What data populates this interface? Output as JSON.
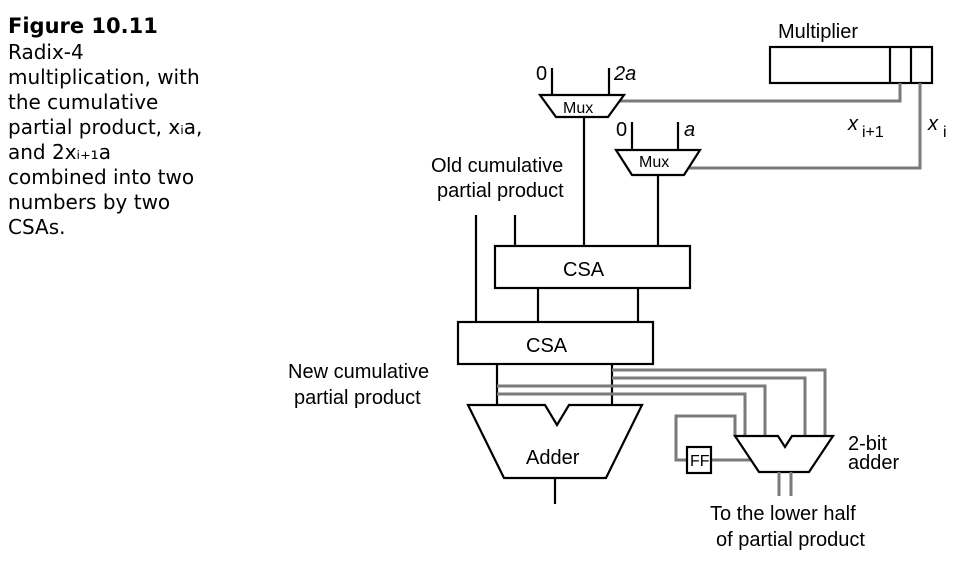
{
  "caption": {
    "title": "Figure 10.11",
    "lines": [
      "Radix-4",
      "multiplication, with",
      "the cumulative",
      "partial product, xᵢa,",
      "and 2xᵢ₊₁a",
      "combined into two",
      "numbers by two",
      "CSAs."
    ]
  },
  "diagram": {
    "multiplier_label": "Multiplier",
    "x_i1_label": "x",
    "x_i1_sub": "i+1",
    "x_i_label": "x",
    "x_i_sub": "i",
    "mux1": {
      "label": "Mux",
      "in0": "0",
      "in1": "2a"
    },
    "mux2": {
      "label": "Mux",
      "in0": "0",
      "in1": "a"
    },
    "old_cpp": [
      "Old cumulative",
      "partial product"
    ],
    "csa1_label": "CSA",
    "csa2_label": "CSA",
    "new_cpp": [
      "New cumulative",
      "partial product"
    ],
    "adder_label": "Adder",
    "ff_label": "FF",
    "two_bit_adder": [
      "2-bit",
      "adder"
    ],
    "lower_half": [
      "To the lower half",
      "of partial product"
    ]
  },
  "colors": {
    "wire_black": "#000000",
    "wire_gray": "#7a7a7a"
  }
}
